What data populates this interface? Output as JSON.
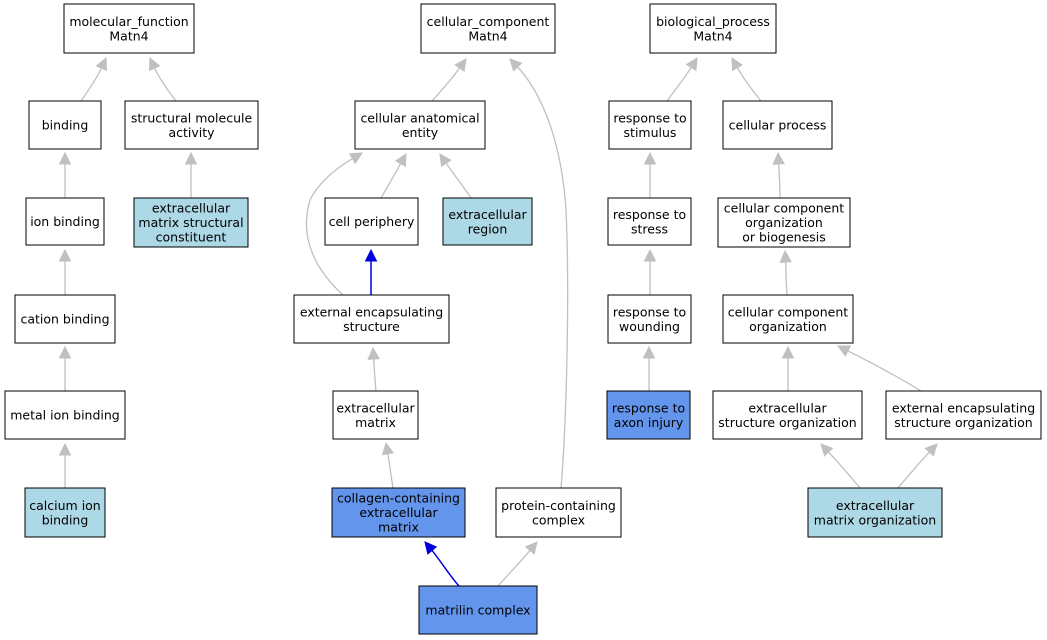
{
  "colors": {
    "plain": "#ffffff",
    "annotated": "#add8e6",
    "highlight": "#6495ed",
    "edge_gray": "#c0c0c0",
    "edge_blue": "#0000dd"
  },
  "nodes": {
    "mf_root": {
      "lines": [
        "molecular_function",
        "Matn4"
      ],
      "style": "plain"
    },
    "binding": {
      "lines": [
        "binding"
      ],
      "style": "plain"
    },
    "ion_binding": {
      "lines": [
        "ion binding"
      ],
      "style": "plain"
    },
    "cation_binding": {
      "lines": [
        "cation binding"
      ],
      "style": "plain"
    },
    "metal_ion_binding": {
      "lines": [
        "metal ion binding"
      ],
      "style": "plain"
    },
    "calcium_ion_binding": {
      "lines": [
        "calcium ion",
        "binding"
      ],
      "style": "annotated"
    },
    "structural_molecule_activity": {
      "lines": [
        "structural molecule",
        "activity"
      ],
      "style": "plain"
    },
    "ecm_structural_constituent": {
      "lines": [
        "extracellular",
        "matrix structural",
        "constituent"
      ],
      "style": "annotated"
    },
    "cc_root": {
      "lines": [
        "cellular_component",
        "Matn4"
      ],
      "style": "plain"
    },
    "cellular_anatomical_entity": {
      "lines": [
        "cellular anatomical",
        "entity"
      ],
      "style": "plain"
    },
    "cell_periphery": {
      "lines": [
        "cell periphery"
      ],
      "style": "plain"
    },
    "extracellular_region": {
      "lines": [
        "extracellular",
        "region"
      ],
      "style": "annotated"
    },
    "external_encapsulating_structure": {
      "lines": [
        "external encapsulating",
        "structure"
      ],
      "style": "plain"
    },
    "extracellular_matrix": {
      "lines": [
        "extracellular",
        "matrix"
      ],
      "style": "plain"
    },
    "collagen_containing_ecm": {
      "lines": [
        "collagen-containing",
        "extracellular",
        "matrix"
      ],
      "style": "highlight"
    },
    "protein_containing_complex": {
      "lines": [
        "protein-containing",
        "complex"
      ],
      "style": "plain"
    },
    "matrilin_complex": {
      "lines": [
        "matrilin complex"
      ],
      "style": "highlight"
    },
    "bp_root": {
      "lines": [
        "biological_process",
        "Matn4"
      ],
      "style": "plain"
    },
    "response_to_stimulus": {
      "lines": [
        "response to",
        "stimulus"
      ],
      "style": "plain"
    },
    "response_to_stress": {
      "lines": [
        "response to",
        "stress"
      ],
      "style": "plain"
    },
    "response_to_wounding": {
      "lines": [
        "response to",
        "wounding"
      ],
      "style": "plain"
    },
    "response_to_axon_injury": {
      "lines": [
        "response to",
        "axon injury"
      ],
      "style": "highlight"
    },
    "cellular_process": {
      "lines": [
        "cellular process"
      ],
      "style": "plain"
    },
    "cc_org_or_biogenesis": {
      "lines": [
        "cellular component",
        "organization",
        "or biogenesis"
      ],
      "style": "plain"
    },
    "cc_organization": {
      "lines": [
        "cellular component",
        "organization"
      ],
      "style": "plain"
    },
    "extracellular_structure_organization": {
      "lines": [
        "extracellular",
        "structure organization"
      ],
      "style": "plain"
    },
    "external_encapsulating_structure_organization": {
      "lines": [
        "external encapsulating",
        "structure organization"
      ],
      "style": "plain"
    },
    "ecm_organization": {
      "lines": [
        "extracellular",
        "matrix organization"
      ],
      "style": "annotated"
    }
  },
  "edges": [
    {
      "from": "binding",
      "to": "mf_root",
      "color": "gray"
    },
    {
      "from": "structural_molecule_activity",
      "to": "mf_root",
      "color": "gray"
    },
    {
      "from": "ion_binding",
      "to": "binding",
      "color": "gray"
    },
    {
      "from": "cation_binding",
      "to": "ion_binding",
      "color": "gray"
    },
    {
      "from": "metal_ion_binding",
      "to": "cation_binding",
      "color": "gray"
    },
    {
      "from": "calcium_ion_binding",
      "to": "metal_ion_binding",
      "color": "gray"
    },
    {
      "from": "ecm_structural_constituent",
      "to": "structural_molecule_activity",
      "color": "gray"
    },
    {
      "from": "cellular_anatomical_entity",
      "to": "cc_root",
      "color": "gray"
    },
    {
      "from": "protein_containing_complex",
      "to": "cc_root",
      "color": "gray"
    },
    {
      "from": "cell_periphery",
      "to": "cellular_anatomical_entity",
      "color": "gray"
    },
    {
      "from": "extracellular_region",
      "to": "cellular_anatomical_entity",
      "color": "gray"
    },
    {
      "from": "external_encapsulating_structure",
      "to": "cellular_anatomical_entity",
      "color": "gray"
    },
    {
      "from": "external_encapsulating_structure",
      "to": "cell_periphery",
      "color": "blue"
    },
    {
      "from": "extracellular_matrix",
      "to": "external_encapsulating_structure",
      "color": "gray"
    },
    {
      "from": "collagen_containing_ecm",
      "to": "extracellular_matrix",
      "color": "gray"
    },
    {
      "from": "matrilin_complex",
      "to": "collagen_containing_ecm",
      "color": "blue"
    },
    {
      "from": "matrilin_complex",
      "to": "protein_containing_complex",
      "color": "gray"
    },
    {
      "from": "response_to_stimulus",
      "to": "bp_root",
      "color": "gray"
    },
    {
      "from": "cellular_process",
      "to": "bp_root",
      "color": "gray"
    },
    {
      "from": "response_to_stress",
      "to": "response_to_stimulus",
      "color": "gray"
    },
    {
      "from": "response_to_wounding",
      "to": "response_to_stress",
      "color": "gray"
    },
    {
      "from": "response_to_axon_injury",
      "to": "response_to_wounding",
      "color": "gray"
    },
    {
      "from": "cc_org_or_biogenesis",
      "to": "cellular_process",
      "color": "gray"
    },
    {
      "from": "cc_organization",
      "to": "cc_org_or_biogenesis",
      "color": "gray"
    },
    {
      "from": "extracellular_structure_organization",
      "to": "cc_organization",
      "color": "gray"
    },
    {
      "from": "external_encapsulating_structure_organization",
      "to": "cc_organization",
      "color": "gray"
    },
    {
      "from": "ecm_organization",
      "to": "extracellular_structure_organization",
      "color": "gray"
    },
    {
      "from": "ecm_organization",
      "to": "external_encapsulating_structure_organization",
      "color": "gray"
    }
  ]
}
